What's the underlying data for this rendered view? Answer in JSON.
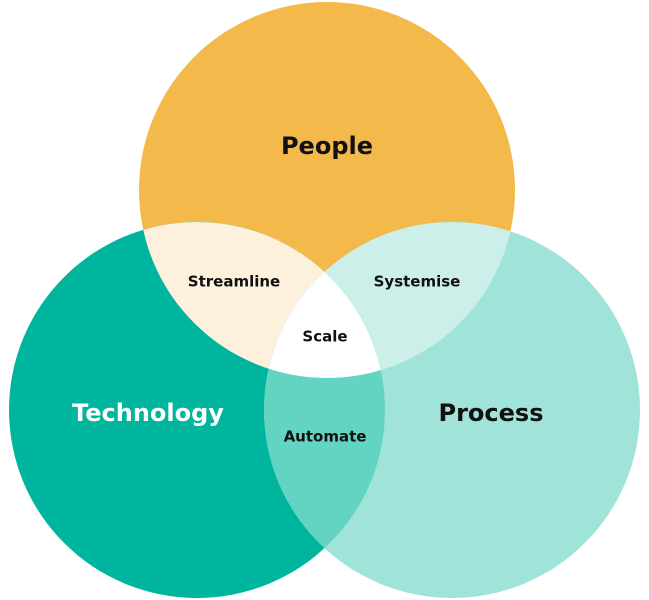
{
  "sets": {
    "people": {
      "label": "People",
      "color": "#F3B94A",
      "text_color": "#111111"
    },
    "technology": {
      "label": "Technology",
      "color": "#00B59E",
      "text_color": "#FFFFFF"
    },
    "process": {
      "label": "Process",
      "color": "#A0E3D8",
      "text_color": "#111111"
    }
  },
  "intersections": {
    "people_technology": {
      "label": "Streamline",
      "color": "#FDF0DC"
    },
    "people_process": {
      "label": "Systemise",
      "color": "#CDEFEA"
    },
    "technology_process": {
      "label": "Automate",
      "color": "#63D4C2"
    },
    "all": {
      "label": "Scale",
      "color": "#FFFFFF"
    }
  }
}
